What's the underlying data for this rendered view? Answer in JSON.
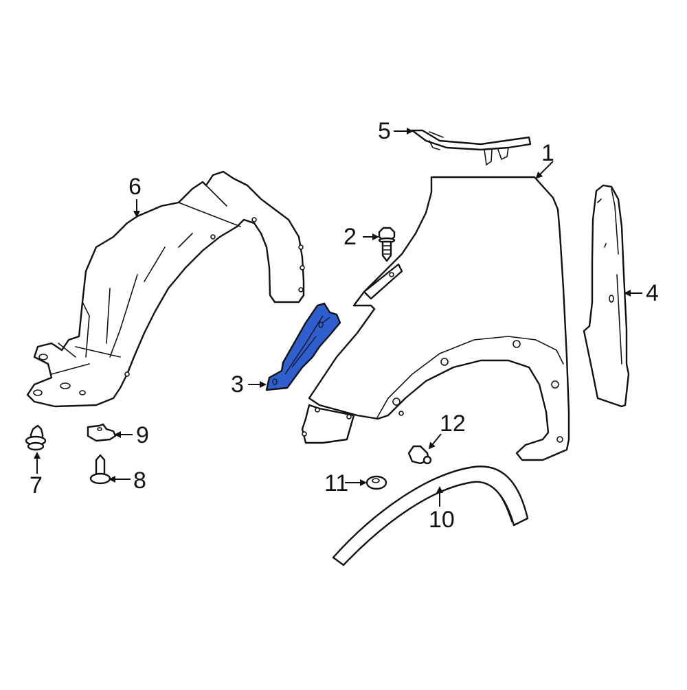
{
  "diagram": {
    "title": "Fender & Components exploded view",
    "highlight_color": "#2f5fcf",
    "highlighted_part": "3",
    "callouts": [
      {
        "number": "1",
        "part": "fender-panel"
      },
      {
        "number": "2",
        "part": "fender-bolt"
      },
      {
        "number": "3",
        "part": "fender-bracket"
      },
      {
        "number": "4",
        "part": "fender-seal"
      },
      {
        "number": "5",
        "part": "fender-top-bracket"
      },
      {
        "number": "6",
        "part": "fender-liner"
      },
      {
        "number": "7",
        "part": "liner-clip"
      },
      {
        "number": "8",
        "part": "push-pin-retainer"
      },
      {
        "number": "9",
        "part": "nut-clip"
      },
      {
        "number": "10",
        "part": "wheel-opening-molding"
      },
      {
        "number": "11",
        "part": "molding-clip"
      },
      {
        "number": "12",
        "part": "molding-grommet"
      }
    ]
  }
}
